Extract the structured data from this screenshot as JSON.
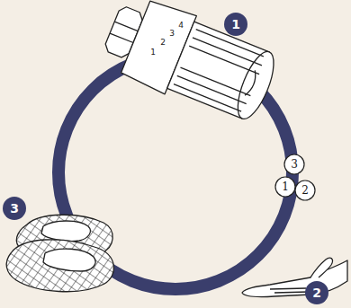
{
  "diagram": {
    "nodes": [
      {
        "text": [
          "1"
        ]
      },
      {
        "text": [
          "2"
        ]
      },
      {
        "text": [
          "3"
        ]
      }
    ],
    "labels": [
      "1",
      "2",
      "3",
      "4",
      "3",
      "1",
      "2"
    ]
  }
}
